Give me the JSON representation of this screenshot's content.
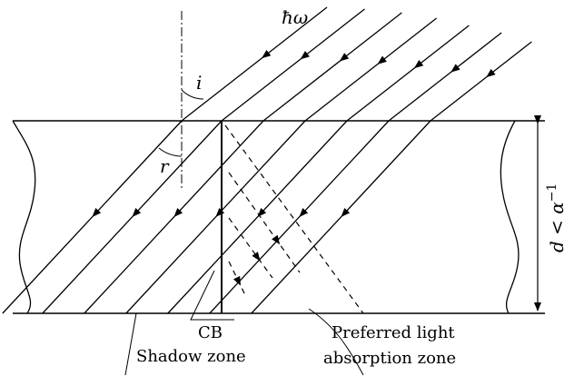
{
  "labels": {
    "photon": "ħω",
    "incidence_angle": "i",
    "refraction_angle": "r",
    "thickness": "d < α",
    "thickness_exp": "−1",
    "cb": "CB",
    "shadow_zone": "Shadow zone",
    "preferred_line1": "Preferred light",
    "preferred_line2": "absorption zone"
  },
  "colors": {
    "stroke": "#000000",
    "background": "#ffffff"
  }
}
